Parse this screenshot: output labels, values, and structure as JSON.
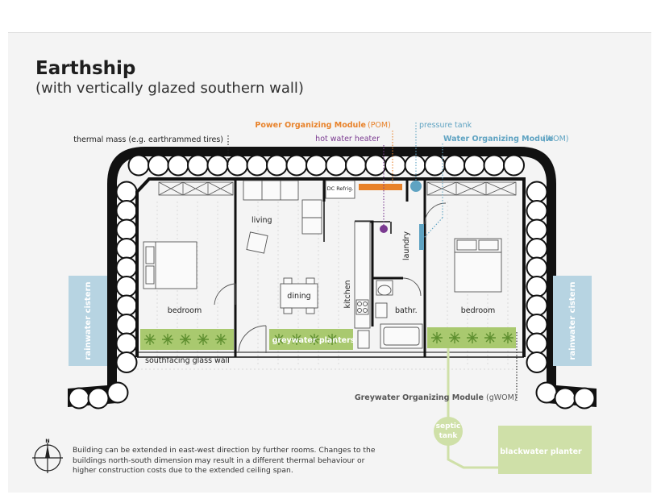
{
  "heading": {
    "title": "Earthship",
    "subtitle": "(with vertically glazed southern wall)"
  },
  "labels": {
    "thermal_mass": "thermal mass (e.g. earthrammed tires)",
    "pom_main": "Power Organizing Module",
    "pom_abbr": "(POM)",
    "pressure_tank": "pressure tank",
    "hot_water_heater": "hot water heater",
    "wom_main": "Water Organizing Module",
    "wom_abbr": "(WOM)",
    "dc_refrig": "DC Refrig.",
    "living": "living",
    "dining": "dining",
    "kitchen": "kitchen",
    "laundry": "laundry",
    "bathroom": "bathr.",
    "bedroom_west": "bedroom",
    "bedroom_east": "bedroom",
    "greywater_planters": "greywater planters",
    "glass_wall": "southfacing glass wall",
    "rainwater_west": "rainwater cistern",
    "rainwater_east": "rainwater cistern",
    "gwom_main": "Greywater Organizing Module",
    "gwom_abbr": "(gWOM)",
    "septic": [
      "septic",
      "tank"
    ],
    "blackwater": "blackwater planter",
    "compass_n": "N"
  },
  "note": "Building can be extended in east-west direction by further rooms. Changes to the buildings north-south dimension may result in a different thermal behaviour or higher construction costs due to the extended ceiling span.",
  "colors": {
    "power": "#e8822a",
    "water": "#5fa3c2",
    "heater": "#7a3a90",
    "cistern": "#b7d4e2",
    "cistern_text": "#ffffff",
    "greywater": "#a9c96f",
    "greywater_light": "#cfe0a8",
    "wall": "#111111"
  }
}
